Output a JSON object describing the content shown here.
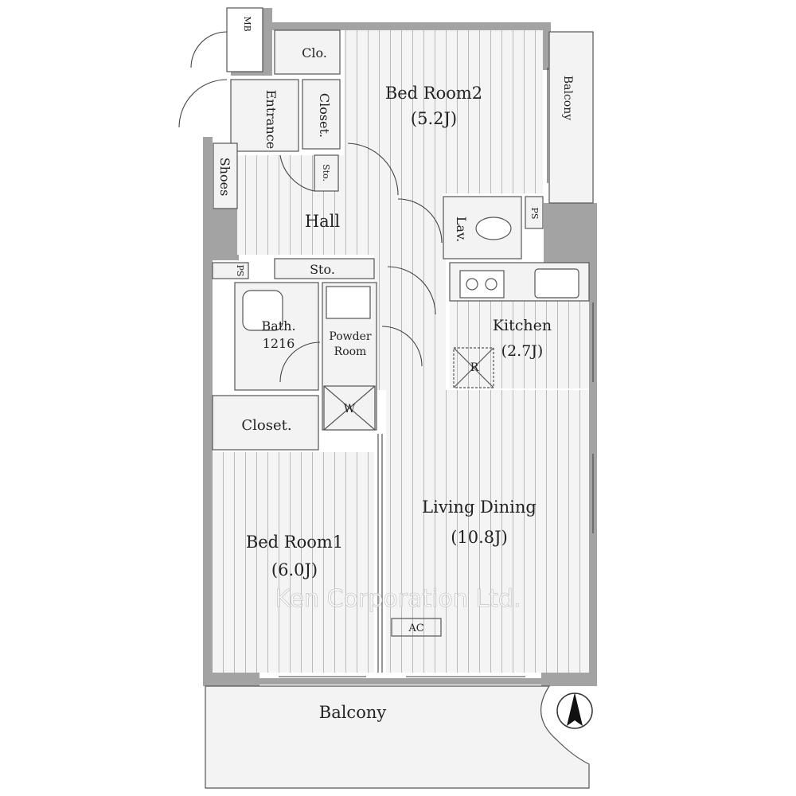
{
  "rooms": {
    "bedroom2": {
      "name": "Bed Room2",
      "size": "(5.2J)"
    },
    "bedroom1": {
      "name": "Bed Room1",
      "size": "(6.0J)"
    },
    "living_dining": {
      "name": "Living Dining",
      "size": "(10.8J)"
    },
    "kitchen": {
      "name": "Kitchen",
      "size": "(2.7J)"
    },
    "closet_top": "Clo.",
    "closet_mid": "Closet.",
    "closet_lower": "Closet.",
    "entrance": "Entrance",
    "shoes": "Shoes",
    "storage_small": "Sto.",
    "storage_hall": "Sto.",
    "hall": "Hall",
    "lavatory": "Lav.",
    "ps_right": "PS",
    "ps_left": "PS",
    "bath": {
      "name": "Bath.",
      "size": "1216"
    },
    "powder_room": {
      "line1": "Powder",
      "line2": "Room"
    },
    "washer": "W",
    "refrigerator": "R",
    "air_conditioner": "AC",
    "meter_box": "MB",
    "balcony_bottom": "Balcony",
    "balcony_side": "Balcony"
  },
  "watermark": "Ken Corporation Ltd.",
  "colors": {
    "wall": "#a3a3a3",
    "floor_stripe": "#bdbdbd",
    "floor": "#f3f3f3"
  }
}
